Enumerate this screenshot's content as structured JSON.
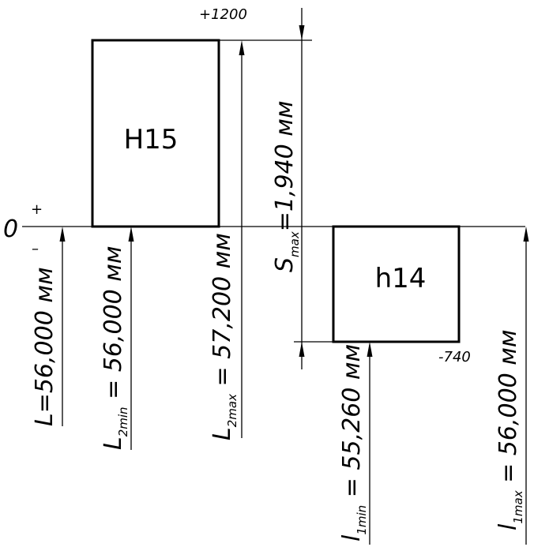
{
  "zero_line": {
    "label": "0",
    "plus": "+",
    "minus": "–"
  },
  "hole": {
    "label": "H15",
    "upper_deviation": "+1200"
  },
  "shaft": {
    "label": "h14",
    "lower_deviation": "-740"
  },
  "dimensions": {
    "nominal": {
      "text": "L=56,000 мм"
    },
    "hole_min": {
      "main": "L",
      "sub": "2min",
      "rest": " = 56,000 мм"
    },
    "hole_max": {
      "main": "L",
      "sub": "2max",
      "rest": " = 57,200 мм"
    },
    "clearance_max": {
      "main": "S",
      "sub": "max",
      "rest": "=1,940 мм"
    },
    "shaft_min": {
      "main": "l",
      "sub": "1min",
      "rest": " = 55,260 мм"
    },
    "shaft_max": {
      "main": "l",
      "sub": "1max",
      "rest": " = 56,000 мм"
    }
  }
}
